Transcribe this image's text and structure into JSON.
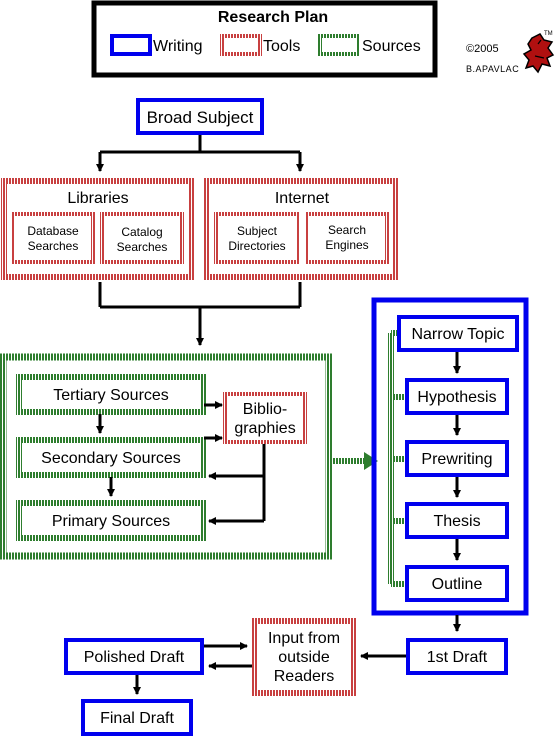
{
  "title": "Research Plan",
  "legend": {
    "writing": "Writing",
    "tools": "Tools",
    "sources": "Sources"
  },
  "copyright": "©2005",
  "author": "B.APAVLAC",
  "logo_tm": "TM",
  "colors": {
    "writing": "#0000ee",
    "tools": "#d04848",
    "sources": "#2e7d2e",
    "line": "#000000"
  },
  "nodes": {
    "broad_subject": "Broad Subject",
    "libraries": "Libraries",
    "database_searches_1": "Database",
    "database_searches_2": "Searches",
    "catalog_searches_1": "Catalog",
    "catalog_searches_2": "Searches",
    "internet": "Internet",
    "subject_directories_1": "Subject",
    "subject_directories_2": "Directories",
    "search_engines_1": "Search",
    "search_engines_2": "Engines",
    "tertiary_sources": "Tertiary Sources",
    "secondary_sources": "Secondary Sources",
    "primary_sources": "Primary Sources",
    "bibliographies_1": "Biblio-",
    "bibliographies_2": "graphies",
    "narrow_topic": "Narrow Topic",
    "hypothesis": "Hypothesis",
    "prewriting": "Prewriting",
    "thesis": "Thesis",
    "outline": "Outline",
    "first_draft": "1st Draft",
    "input_readers_1": "Input from",
    "input_readers_2": "outside",
    "input_readers_3": "Readers",
    "polished_draft": "Polished Draft",
    "final_draft": "Final Draft"
  }
}
